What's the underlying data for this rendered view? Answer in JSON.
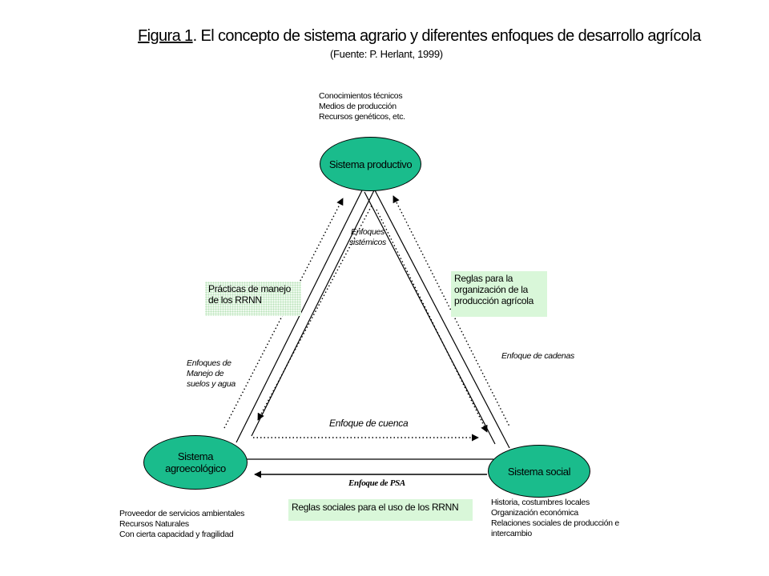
{
  "title": {
    "figure_label": "Figura 1",
    "text": ". El concepto de sistema agrario y diferentes enfoques de desarrollo agrícola",
    "source": "(Fuente: P. Herlant, 1999)"
  },
  "nodes": {
    "productive": {
      "label": "Sistema productivo",
      "color": "#1abc8c"
    },
    "agro": {
      "label_line1": "Sistema",
      "label_line2": "agroecológico",
      "color": "#1abc8c"
    },
    "social": {
      "label": "Sistema social",
      "color": "#1abc8c"
    }
  },
  "productive_notes": [
    "Conocimientos técnicos",
    "Medios de producción",
    "Recursos genéticos, etc."
  ],
  "agro_notes": [
    "Proveedor de servicios ambientales",
    "Recursos Naturales",
    "Con cierta capacidad y fragilidad"
  ],
  "social_notes": [
    "Historia, costumbres locales",
    "Organización económica",
    "Relaciones sociales de producción  e",
    "intercambio"
  ],
  "labels": {
    "enfoques_sistemicos": [
      "Enfoques",
      "sistémicos"
    ],
    "practicas": [
      "Prácticas de manejo",
      "de los RRNN"
    ],
    "reglas_org": [
      "Reglas para la",
      "organización de la",
      "producción agrícola"
    ],
    "enfoque_cadenas": "Enfoque de cadenas",
    "enfoques_suelos": [
      "Enfoques de",
      "Manejo de",
      "suelos y agua"
    ],
    "enfoque_cuenca": "Enfoque de cuenca",
    "enfoque_psa": "Enfoque de PSA",
    "reglas_sociales": "Reglas sociales para el uso de los RRNN"
  },
  "colors": {
    "node_fill": "#1abc8c",
    "box_fill": "#d9f7d9"
  }
}
